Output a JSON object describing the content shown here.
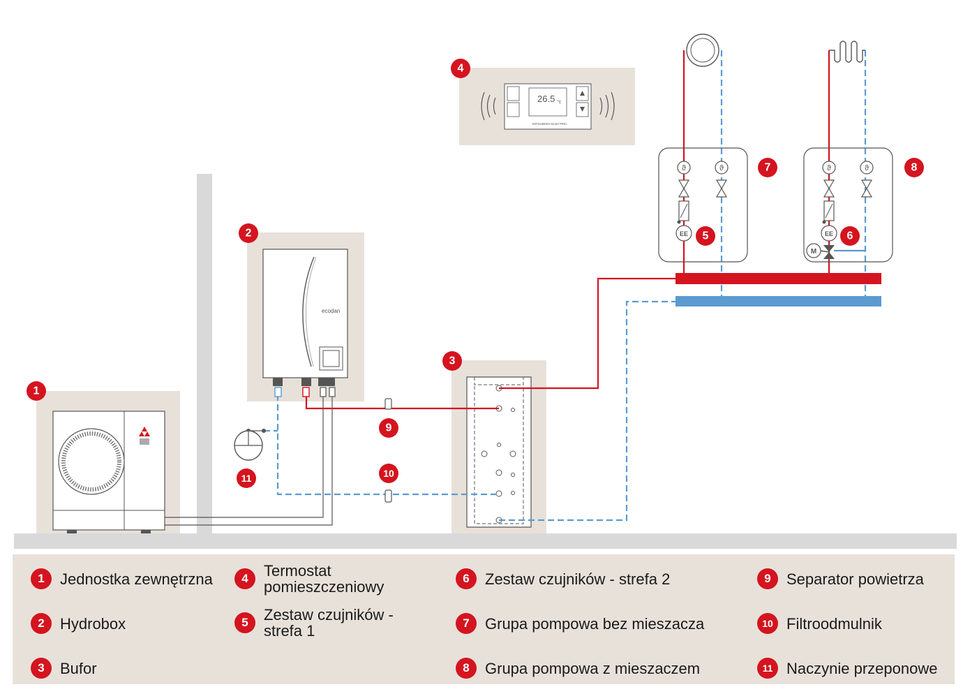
{
  "components": {
    "outdoor_unit": {
      "number": "1"
    },
    "hydrobox": {
      "number": "2",
      "brand_label": "ecodan"
    },
    "buffer": {
      "number": "3"
    },
    "thermostat": {
      "number": "4",
      "display_value": "26.5",
      "unit": "°c",
      "brand": "MITSUBISHI ELECTRIC"
    },
    "sensor_set_1": {
      "number": "5",
      "meter_label": "EE"
    },
    "sensor_set_2": {
      "number": "6",
      "meter_label": "EE",
      "motor_label": "M"
    },
    "pump_group_no_mixer": {
      "number": "7"
    },
    "pump_group_mixer": {
      "number": "8"
    },
    "air_separator": {
      "number": "9"
    },
    "dirt_separator": {
      "number": "10"
    },
    "expansion_vessel": {
      "number": "11"
    }
  },
  "colors": {
    "supply": "#d4141f",
    "return": "#5b9bd0",
    "box_bg": "#e8e1da",
    "ground": "#d9d9d9"
  },
  "legend": [
    {
      "num": "1",
      "label": "Jednostka zewnętrzna"
    },
    {
      "num": "2",
      "label": "Hydrobox"
    },
    {
      "num": "3",
      "label": "Bufor"
    },
    {
      "num": "4",
      "label": "Termostat pomieszczeniowy"
    },
    {
      "num": "5",
      "label": "Zestaw czujników - strefa 1"
    },
    {
      "num": "6",
      "label": "Zestaw czujników - strefa 2"
    },
    {
      "num": "7",
      "label": "Grupa pompowa bez mieszacza"
    },
    {
      "num": "8",
      "label": "Grupa pompowa z mieszaczem"
    },
    {
      "num": "9",
      "label": "Separator powietrza"
    },
    {
      "num": "10",
      "label": "Filtroodmulnik"
    },
    {
      "num": "11",
      "label": "Naczynie przeponowe"
    }
  ]
}
